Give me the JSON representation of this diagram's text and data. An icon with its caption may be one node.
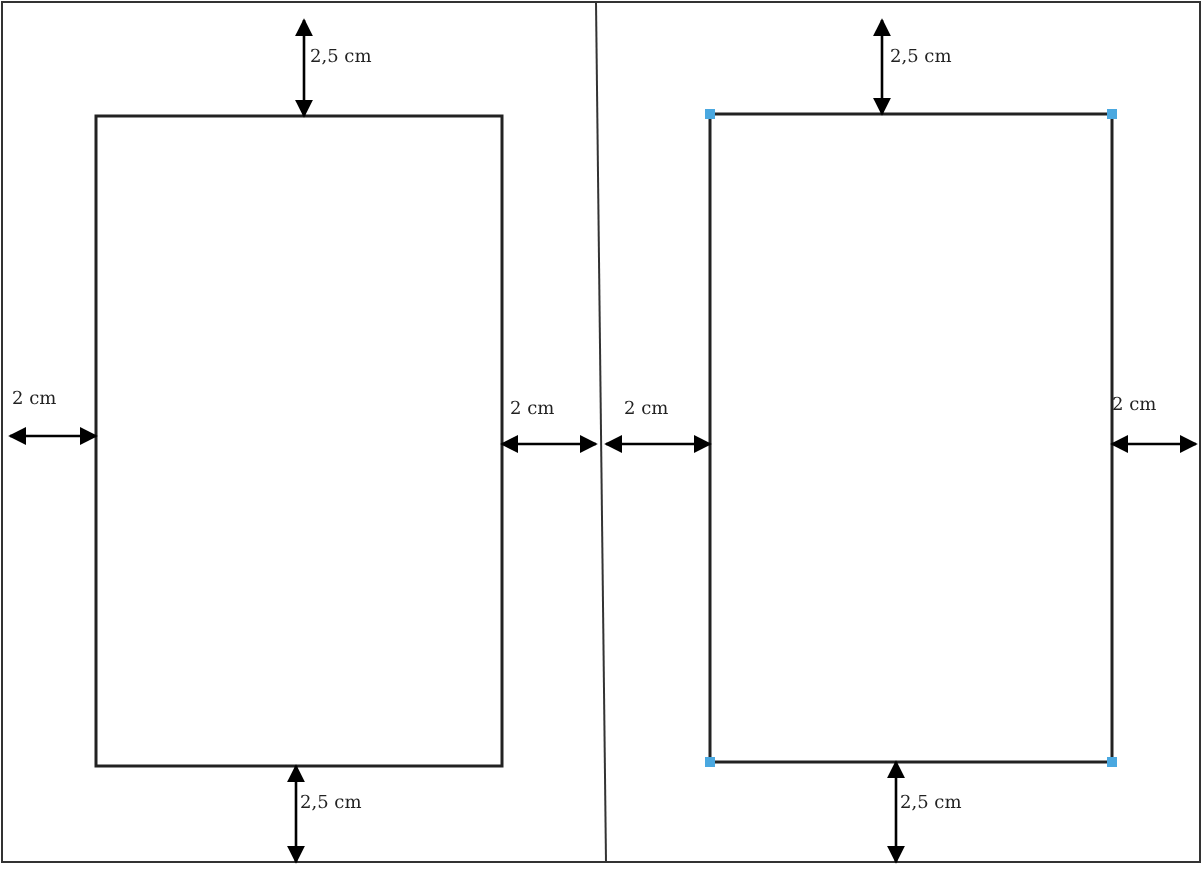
{
  "diagram": {
    "labels": [
      "2,5 cm",
      "2,5 cm",
      "2 cm",
      "2 cm",
      "2 cm",
      "2 cm",
      "2,5 cm",
      "2,5 cm"
    ]
  }
}
